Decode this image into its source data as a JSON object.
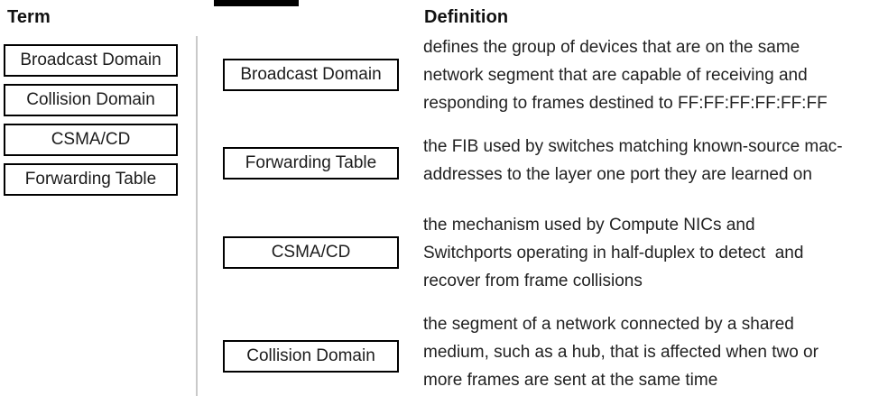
{
  "colors": {
    "background": "#ffffff",
    "tile_border": "#000000",
    "divider": "#c9c9c9",
    "text": "#1f1f1f",
    "clipped_bar": "#000000"
  },
  "term_column": {
    "header": "Term",
    "items": [
      {
        "label": "Broadcast Domain"
      },
      {
        "label": "Collision Domain"
      },
      {
        "label": "CSMA/CD"
      },
      {
        "label": "Forwarding Table"
      }
    ]
  },
  "answer_column": {
    "boxes": [
      {
        "label": "Broadcast Domain"
      },
      {
        "label": "Forwarding Table"
      },
      {
        "label": "CSMA/CD"
      },
      {
        "label": "Collision Domain"
      }
    ]
  },
  "definition_column": {
    "header": "Definition",
    "definitions": [
      {
        "lines": [
          "defines the group of devices that are on the same",
          "network segment that are capable of receiving and",
          "responding to frames destined to FF:FF:FF:FF:FF:FF"
        ]
      },
      {
        "lines": [
          "the FIB used by switches matching known-source mac-",
          "addresses to the layer one port they are learned on"
        ]
      },
      {
        "lines": [
          "the mechanism used by Compute NICs and",
          "Switchports operating in half-duplex to detect  and",
          "recover from frame collisions"
        ]
      },
      {
        "lines": [
          "the segment of a network connected by a shared",
          "medium, such as a hub, that is affected when two or",
          "more frames are sent at the same time"
        ]
      }
    ]
  }
}
